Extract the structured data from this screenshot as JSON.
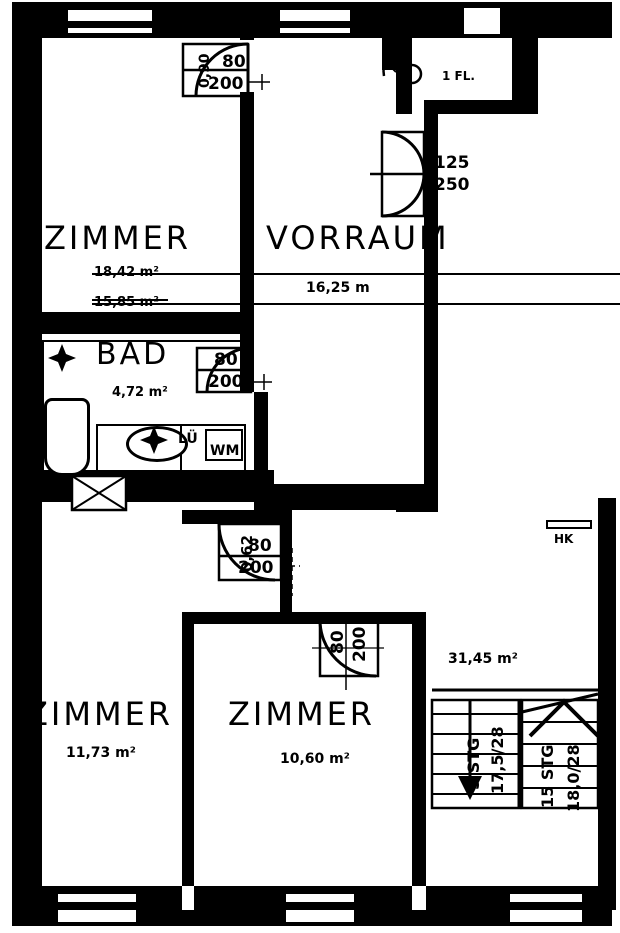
{
  "plan": {
    "type": "architectural-floor-plan",
    "style": "black-and-white scanned blueprint",
    "rooms": [
      {
        "id": "zimmer-top-left",
        "name": "ZIMMER",
        "area_primary": "18,42 m²",
        "area_secondary": "15,85 m²",
        "secondary_struck_through": true
      },
      {
        "id": "vorraum",
        "name": "VORRAUM",
        "area_primary": "16,25 m",
        "area_secondary": "",
        "secondary_struck_through": false
      },
      {
        "id": "bad",
        "name": "BAD",
        "area_primary": "4,72 m²",
        "area_secondary": "",
        "secondary_struck_through": false
      },
      {
        "id": "zimmer-bottom-left",
        "name": "ZIMMER",
        "area_primary": "11,73 m²",
        "area_secondary": "",
        "secondary_struck_through": false
      },
      {
        "id": "zimmer-bottom-middle",
        "name": "ZIMMER",
        "area_primary": "10,60 m²",
        "area_secondary": "",
        "secondary_struck_through": false
      },
      {
        "id": "stairwell",
        "name": "",
        "area_primary": "31,45 m²",
        "area_secondary": "",
        "secondary_struck_through": false
      },
      {
        "id": "wc",
        "name": "WC",
        "area_primary": "1 FL.",
        "area_secondary": "",
        "secondary_struck_through": false
      }
    ],
    "doors": [
      {
        "id": "door-zimmer-top-left",
        "width_label": "80",
        "height_label": "200",
        "clear_label": "0,90"
      },
      {
        "id": "door-bad",
        "width_label": "80",
        "height_label": "200",
        "clear_label": ""
      },
      {
        "id": "door-zimmer-bottom-left",
        "width_label": "80",
        "height_label": "200",
        "clear_label": "0,62"
      },
      {
        "id": "door-zimmer-bottom-middle",
        "width_label": "80",
        "height_label": "200",
        "clear_label": ""
      },
      {
        "id": "door-double-vorraum",
        "width_label": "125",
        "height_label": "250",
        "clear_label": ""
      }
    ],
    "stairs": [
      {
        "id": "stair-flight-upper",
        "steps_label": "5 STG",
        "riser_tread_label": "17,5/28"
      },
      {
        "id": "stair-flight-lower",
        "steps_label": "15 STG",
        "riser_tread_label": "18,0/28"
      }
    ],
    "fixtures": [
      {
        "id": "radiator",
        "label": "HK"
      },
      {
        "id": "ventilation",
        "label": "LÜ"
      },
      {
        "id": "washing-machine",
        "label": "WM"
      }
    ],
    "colors": {
      "ink": "#000000",
      "paper": "#ffffff"
    }
  }
}
